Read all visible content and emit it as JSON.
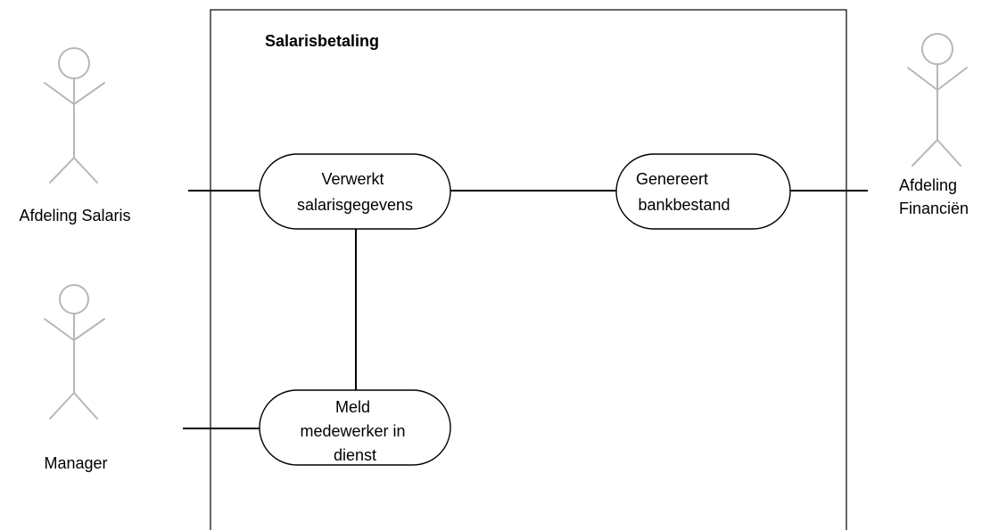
{
  "system": {
    "title": "Salarisbetaling"
  },
  "actors": {
    "salaris": {
      "lines": [
        "Afdeling Salaris"
      ]
    },
    "manager": {
      "lines": [
        "Manager"
      ]
    },
    "financien": {
      "lines": [
        "Afdeling",
        "Financiën"
      ]
    }
  },
  "usecases": {
    "verwerkt": {
      "lines": [
        "Verwerkt",
        "salarisgegevens"
      ]
    },
    "genereert": {
      "lines": [
        "Genereert",
        "bankbestand"
      ]
    },
    "meld": {
      "lines": [
        "Meld",
        "medewerker in",
        "dienst"
      ]
    }
  },
  "colors": {
    "actor_stroke": "#b7b7b7",
    "line": "#000000",
    "usecase_fill": "#ffffff",
    "background": "#ffffff"
  }
}
